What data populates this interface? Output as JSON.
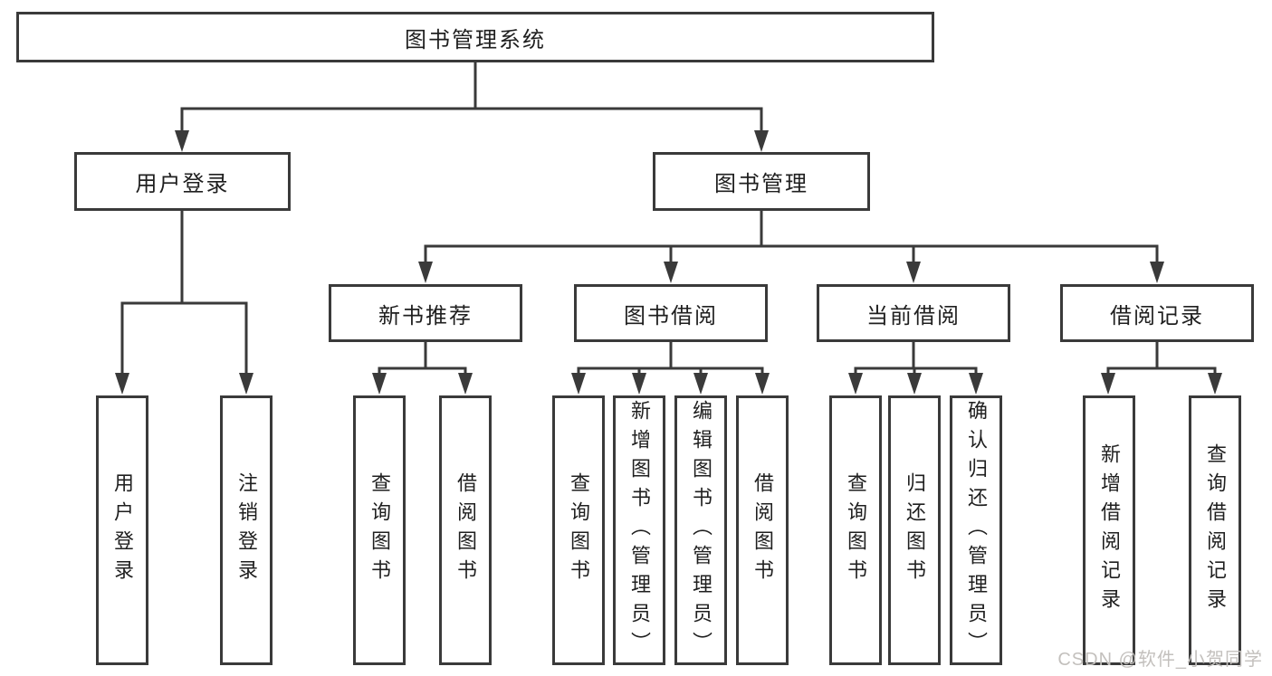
{
  "diagram": {
    "background_color": "#ffffff",
    "line_color": "#3a3a3a",
    "box_fill": "#ffffff",
    "text_color": "#1f1f1f",
    "watermark": {
      "text": "CSDN @软件_小贺同学",
      "color": "#c3c0bd"
    },
    "root": {
      "label": "图书管理系统",
      "children": [
        {
          "label": "用户登录",
          "children": [
            {
              "label": "用户登录"
            },
            {
              "label": "注销登录"
            }
          ]
        },
        {
          "label": "图书管理",
          "children": [
            {
              "label": "新书推荐",
              "children": [
                {
                  "label": "查询图书"
                },
                {
                  "label": "借阅图书"
                }
              ]
            },
            {
              "label": "图书借阅",
              "children": [
                {
                  "label": "查询图书"
                },
                {
                  "label": "新增图书（管理员）"
                },
                {
                  "label": "编辑图书（管理员）"
                },
                {
                  "label": "借阅图书"
                }
              ]
            },
            {
              "label": "当前借阅",
              "children": [
                {
                  "label": "查询图书"
                },
                {
                  "label": "归还图书"
                },
                {
                  "label": "确认归还（管理员）"
                }
              ]
            },
            {
              "label": "借阅记录",
              "children": [
                {
                  "label": "新增借阅记录"
                },
                {
                  "label": "查询借阅记录"
                }
              ]
            }
          ]
        }
      ]
    }
  }
}
